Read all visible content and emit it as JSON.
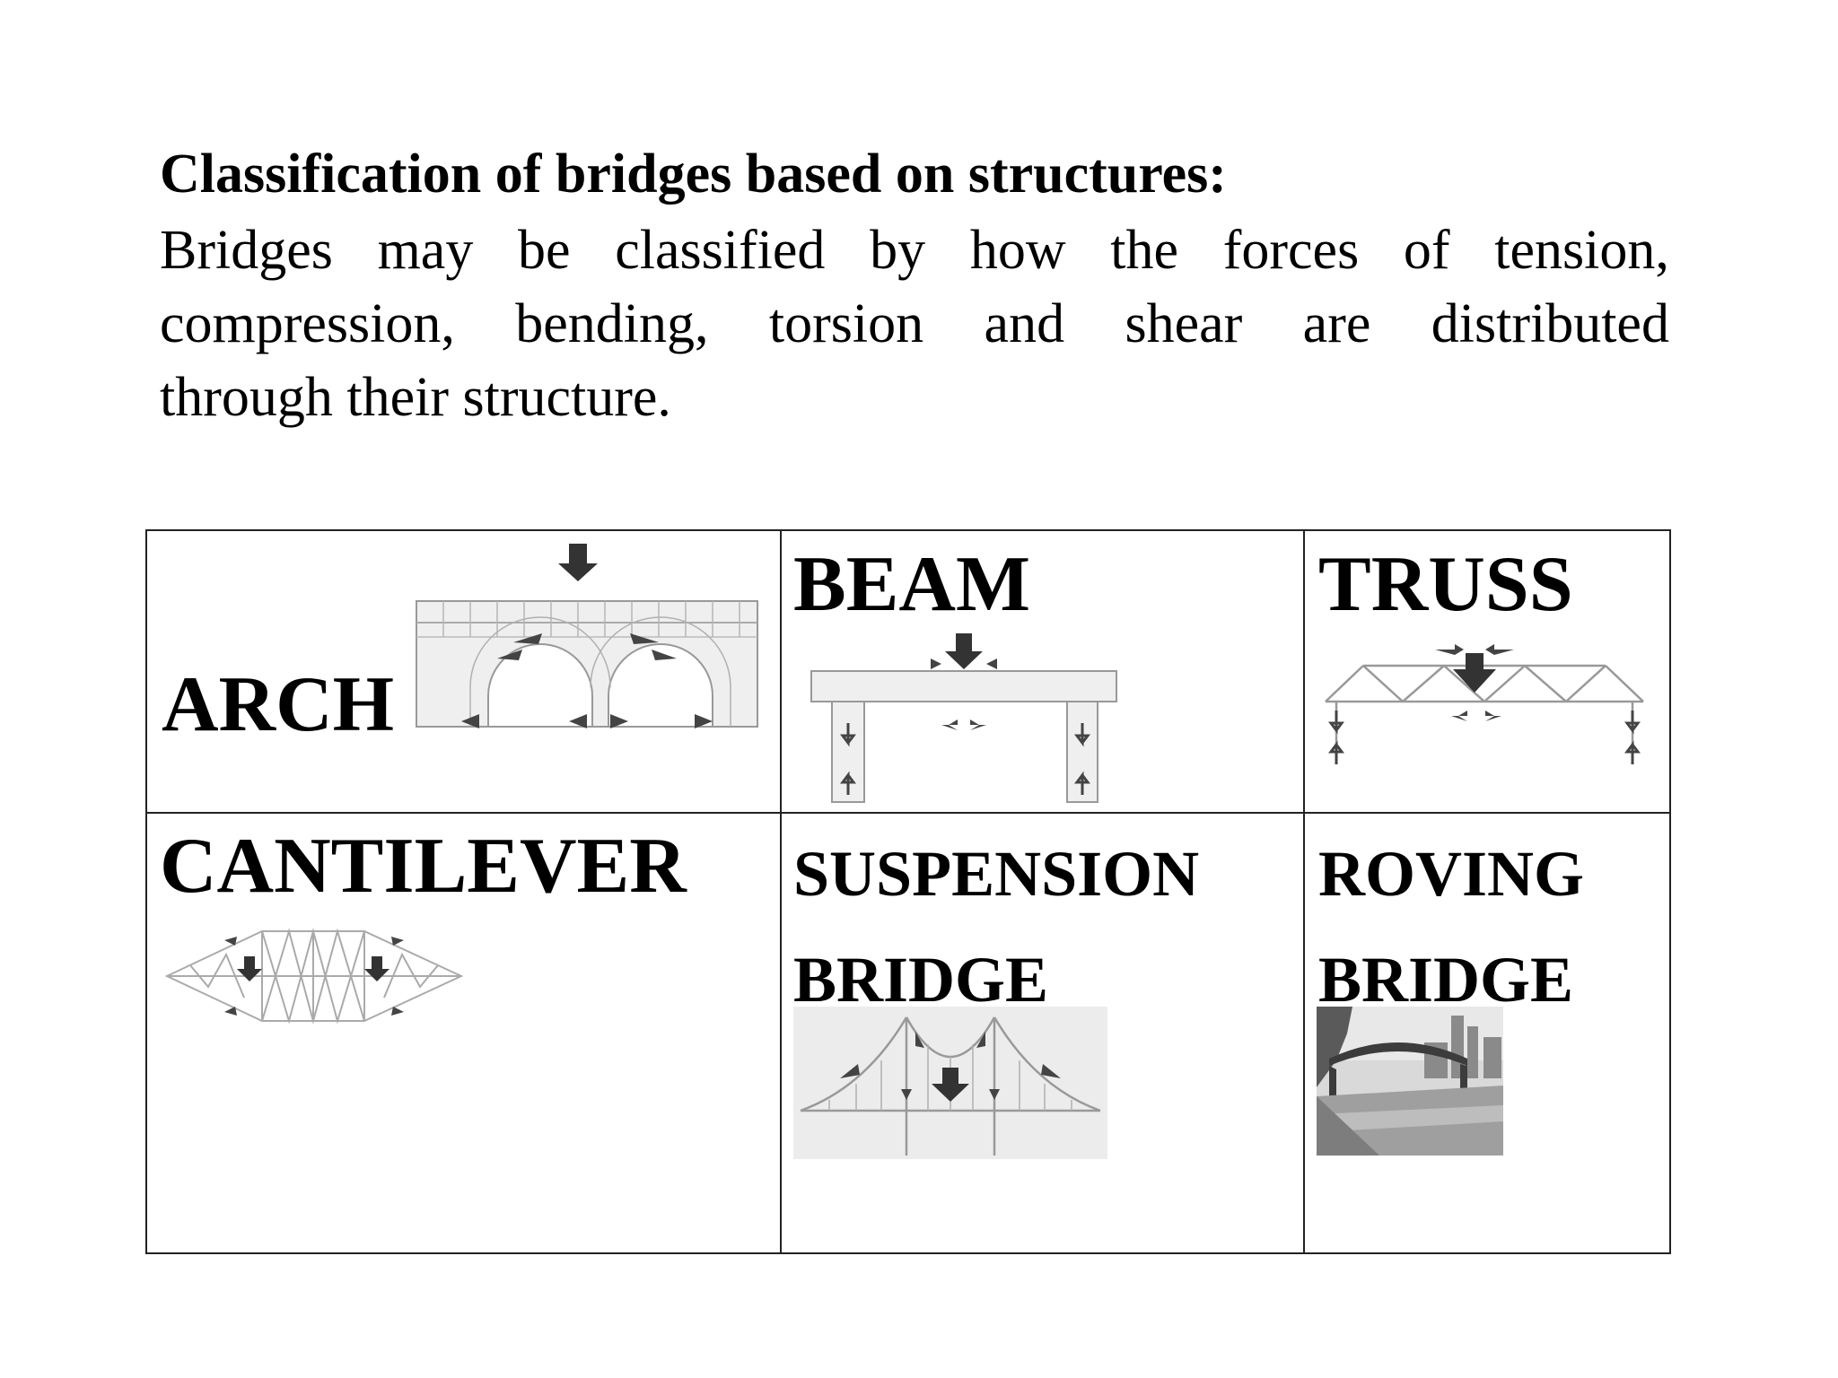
{
  "heading": "Classification of bridges based on structures:",
  "intro": {
    "line1": [
      "Bridges",
      "may",
      "be",
      "classified",
      "by",
      "how",
      "the",
      "forces",
      "of",
      "tension,"
    ],
    "line2": [
      "compression,",
      "bending,",
      "torsion",
      "and",
      "shear",
      "are",
      "distributed"
    ],
    "line3": "through their structure."
  },
  "cells": {
    "arch": "ARCH",
    "beam": "BEAM",
    "truss": "TRUSS",
    "cantilever": "CANTILEVER",
    "suspension": {
      "line1": "SUSPENSION",
      "line2": "BRIDGE"
    },
    "roving": {
      "line1": "ROVING",
      "line2": "BRIDGE"
    }
  },
  "colors": {
    "text": "#000000",
    "border": "#222222",
    "arrow": "#333333",
    "structure": "#9a9a9a"
  }
}
